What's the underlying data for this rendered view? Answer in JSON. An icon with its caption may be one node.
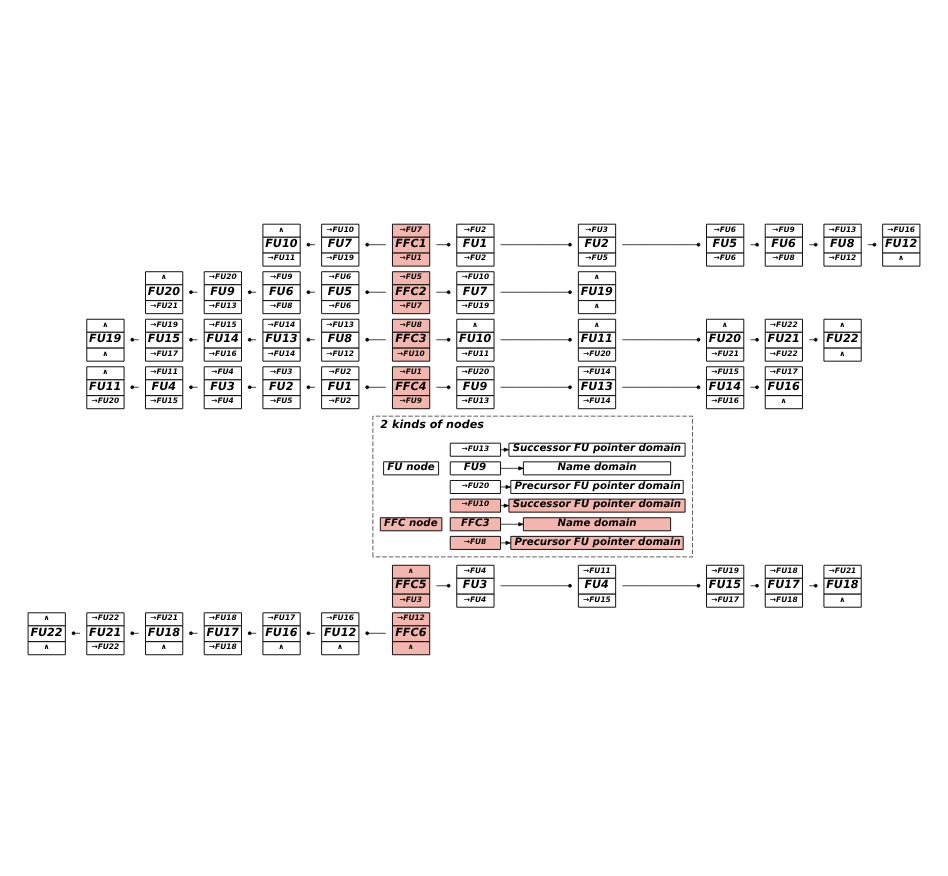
{
  "diagram": {
    "nodes": [
      {
        "text": [
          "∧",
          "FU10",
          "→FU11"
        ]
      },
      {
        "text": [
          "→FU10",
          "FU7",
          "→FU19"
        ]
      },
      {
        "text": [
          "→FU7",
          "FFC1",
          "→FU1"
        ]
      },
      {
        "text": [
          "→FU2",
          "FU1",
          "→FU2"
        ]
      },
      {
        "text": [
          "→FU3",
          "FU2",
          "→FU5"
        ]
      },
      {
        "text": [
          "→FU6",
          "FU5",
          "→FU6"
        ]
      },
      {
        "text": [
          "→FU9",
          "FU6",
          "→FU8"
        ]
      },
      {
        "text": [
          "→FU13",
          "FU8",
          "→FU12"
        ]
      },
      {
        "text": [
          "→FU16",
          "FU12",
          "∧"
        ]
      },
      {
        "text": [
          "∧",
          "FU20",
          "→FU21"
        ]
      },
      {
        "text": [
          "→FU20",
          "FU9",
          "→FU13"
        ]
      },
      {
        "text": [
          "→FU9",
          "FU6",
          "→FU8"
        ]
      },
      {
        "text": [
          "→FU6",
          "FU5",
          "→FU6"
        ]
      },
      {
        "text": [
          "→FU5",
          "FFC2",
          "→FU7"
        ]
      },
      {
        "text": [
          "→FU10",
          "FU7",
          "→FU19"
        ]
      },
      {
        "text": [
          "∧",
          "FU19",
          "∧"
        ]
      },
      {
        "text": [
          "∧",
          "FU19",
          "∧"
        ]
      },
      {
        "text": [
          "→FU19",
          "FU15",
          "→FU17"
        ]
      },
      {
        "text": [
          "→FU15",
          "FU14",
          "→FU16"
        ]
      },
      {
        "text": [
          "→FU14",
          "FU13",
          "→FU14"
        ]
      },
      {
        "text": [
          "→FU13",
          "FU8",
          "→FU12"
        ]
      },
      {
        "text": [
          "→FU8",
          "FFC3",
          "→FU10"
        ]
      },
      {
        "text": [
          "∧",
          "FU10",
          "→FU11"
        ]
      },
      {
        "text": [
          "∧",
          "FU11",
          "→FU20"
        ]
      },
      {
        "text": [
          "∧",
          "FU20",
          "→FU21"
        ]
      },
      {
        "text": [
          "→FU22",
          "FU21",
          "→FU22"
        ]
      },
      {
        "text": [
          "∧",
          "FU22",
          "∧"
        ]
      },
      {
        "text": [
          "∧",
          "FU11",
          "→FU20"
        ]
      },
      {
        "text": [
          "→FU11",
          "FU4",
          "→FU15"
        ]
      },
      {
        "text": [
          "→FU4",
          "FU3",
          "→FU4"
        ]
      },
      {
        "text": [
          "→FU3",
          "FU2",
          "→FU5"
        ]
      },
      {
        "text": [
          "→FU2",
          "FU1",
          "→FU2"
        ]
      },
      {
        "text": [
          "→FU1",
          "FFC4",
          "→FU9"
        ]
      },
      {
        "text": [
          "→FU20",
          "FU9",
          "→FU13"
        ]
      },
      {
        "text": [
          "→FU14",
          "FU13",
          "→FU14"
        ]
      },
      {
        "text": [
          "→FU15",
          "FU14",
          "→FU16"
        ]
      },
      {
        "text": [
          "→FU17",
          "FU16",
          "∧"
        ]
      },
      {
        "text": [
          "∧",
          "FFC5",
          "→FU3"
        ]
      },
      {
        "text": [
          "→FU4",
          "FU3",
          "→FU4"
        ]
      },
      {
        "text": [
          "→FU11",
          "FU4",
          "→FU15"
        ]
      },
      {
        "text": [
          "→FU19",
          "FU15",
          "→FU17"
        ]
      },
      {
        "text": [
          "→FU18",
          "FU17",
          "→FU18"
        ]
      },
      {
        "text": [
          "→FU21",
          "FU18",
          "∧"
        ]
      },
      {
        "text": [
          "∧",
          "FU22",
          "∧"
        ]
      },
      {
        "text": [
          "→FU22",
          "FU21",
          "→FU22"
        ]
      },
      {
        "text": [
          "→FU21",
          "FU18",
          "∧"
        ]
      },
      {
        "text": [
          "→FU18",
          "FU17",
          "→FU18"
        ]
      },
      {
        "text": [
          "→FU17",
          "FU16",
          "∧"
        ]
      },
      {
        "text": [
          "→FU16",
          "FU12",
          "∧"
        ]
      },
      {
        "text": [
          "→FU12",
          "FFC6",
          "∧"
        ]
      },
      {
        "text": [
          "2 kinds of nodes"
        ]
      },
      {
        "text": [
          "FFC node"
        ],
        "in": 50
      },
      {
        "text": [
          "→FU8"
        ],
        "in": 50
      },
      {
        "text": [
          "FFC3"
        ],
        "in": 50
      },
      {
        "text": [
          "→FU10"
        ],
        "in": 50
      },
      {
        "text": [
          "Precursor FU pointer domain"
        ],
        "in": 50
      },
      {
        "text": [
          "Name domain"
        ],
        "in": 50
      },
      {
        "text": [
          "Successor FU pointer domain"
        ],
        "in": 50
      },
      {
        "text": [
          "FU node"
        ],
        "in": 50
      },
      {
        "text": [
          "→FU20"
        ],
        "in": 50
      },
      {
        "text": [
          "FU9"
        ],
        "in": 50
      },
      {
        "text": [
          "→FU13"
        ],
        "in": 50
      },
      {
        "text": [
          "Precursor FU pointer domain"
        ],
        "in": 50
      },
      {
        "text": [
          "Name domain"
        ],
        "in": 50
      },
      {
        "text": [
          "Successor FU pointer domain"
        ],
        "in": 50
      }
    ],
    "edges": [
      {
        "from": 1,
        "to": 0,
        "arrow": "other"
      },
      {
        "from": 2,
        "to": 1,
        "arrow": "other"
      },
      {
        "from": 2,
        "to": 3,
        "arrow": "other"
      },
      {
        "from": 3,
        "to": 4,
        "arrow": "other"
      },
      {
        "from": 4,
        "to": 5,
        "arrow": "other"
      },
      {
        "from": 5,
        "to": 6,
        "arrow": "other"
      },
      {
        "from": 6,
        "to": 7,
        "arrow": "other"
      },
      {
        "from": 7,
        "to": 8,
        "arrow": "other"
      },
      {
        "from": 10,
        "to": 9,
        "arrow": "other"
      },
      {
        "from": 11,
        "to": 10,
        "arrow": "other"
      },
      {
        "from": 12,
        "to": 11,
        "arrow": "other"
      },
      {
        "from": 13,
        "to": 12,
        "arrow": "other"
      },
      {
        "from": 13,
        "to": 14,
        "arrow": "other"
      },
      {
        "from": 14,
        "to": 15,
        "arrow": "other"
      },
      {
        "from": 17,
        "to": 16,
        "arrow": "other"
      },
      {
        "from": 18,
        "to": 17,
        "arrow": "other"
      },
      {
        "from": 19,
        "to": 18,
        "arrow": "other"
      },
      {
        "from": 20,
        "to": 19,
        "arrow": "other"
      },
      {
        "from": 21,
        "to": 20,
        "arrow": "other"
      },
      {
        "from": 21,
        "to": 22,
        "arrow": "other"
      },
      {
        "from": 22,
        "to": 23,
        "arrow": "other"
      },
      {
        "from": 23,
        "to": 24,
        "arrow": "other"
      },
      {
        "from": 24,
        "to": 25,
        "arrow": "other"
      },
      {
        "from": 25,
        "to": 26,
        "arrow": "other"
      },
      {
        "from": 28,
        "to": 27,
        "arrow": "other"
      },
      {
        "from": 29,
        "to": 28,
        "arrow": "other"
      },
      {
        "from": 30,
        "to": 29,
        "arrow": "other"
      },
      {
        "from": 31,
        "to": 30,
        "arrow": "other"
      },
      {
        "from": 32,
        "to": 31,
        "arrow": "other"
      },
      {
        "from": 32,
        "to": 33,
        "arrow": "other"
      },
      {
        "from": 33,
        "to": 34,
        "arrow": "other"
      },
      {
        "from": 34,
        "to": 35,
        "arrow": "other"
      },
      {
        "from": 35,
        "to": 36,
        "arrow": "other"
      },
      {
        "from": 37,
        "to": 38,
        "arrow": "other"
      },
      {
        "from": 38,
        "to": 39,
        "arrow": "other"
      },
      {
        "from": 39,
        "to": 40,
        "arrow": "other"
      },
      {
        "from": 40,
        "to": 41,
        "arrow": "other"
      },
      {
        "from": 41,
        "to": 42,
        "arrow": "other"
      },
      {
        "from": 44,
        "to": 43,
        "arrow": "other"
      },
      {
        "from": 45,
        "to": 44,
        "arrow": "other"
      },
      {
        "from": 46,
        "to": 45,
        "arrow": "other"
      },
      {
        "from": 47,
        "to": 46,
        "arrow": "other"
      },
      {
        "from": 48,
        "to": 47,
        "arrow": "other"
      },
      {
        "from": 49,
        "to": 48,
        "arrow": "other"
      },
      {
        "from": 52,
        "to": 55,
        "arrow": "to"
      },
      {
        "from": 53,
        "to": 56,
        "arrow": "to"
      },
      {
        "from": 54,
        "to": 57,
        "arrow": "to"
      },
      {
        "from": 59,
        "to": 62,
        "arrow": "to"
      },
      {
        "from": 60,
        "to": 63,
        "arrow": "to"
      },
      {
        "from": 61,
        "to": 64,
        "arrow": "to"
      }
    ]
  }
}
